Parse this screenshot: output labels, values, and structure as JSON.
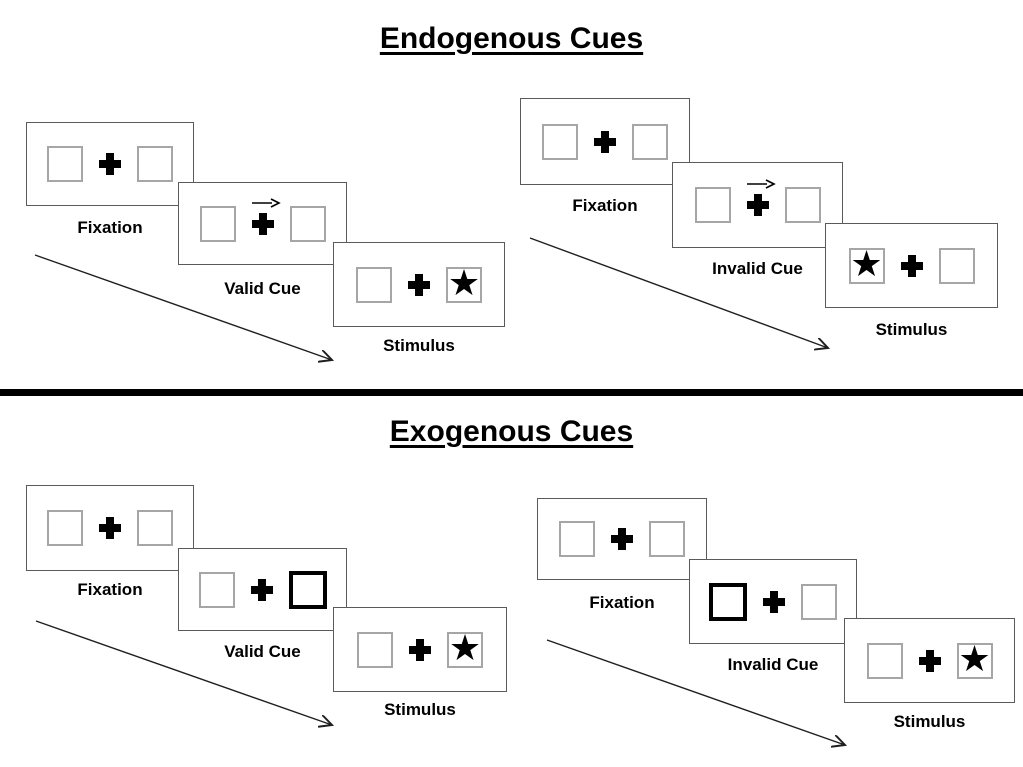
{
  "icons": {
    "star": "★",
    "plus": "fixation-cross",
    "cue_arrow": "right-arrow"
  },
  "colors": {
    "background": "#ffffff",
    "panel_border": "#5a5a5a",
    "square_border": "#a6a6a6",
    "ink": "#000000"
  },
  "sections": [
    {
      "title": "Endogenous Cues",
      "sequences": [
        {
          "name": "valid",
          "panels": [
            {
              "label": "Fixation",
              "cue": "none",
              "stimulus": "none"
            },
            {
              "label": "Valid Cue",
              "cue": "central-arrow-right",
              "stimulus": "none"
            },
            {
              "label": "Stimulus",
              "cue": "none",
              "stimulus": "star-right"
            }
          ]
        },
        {
          "name": "invalid",
          "panels": [
            {
              "label": "Fixation",
              "cue": "none",
              "stimulus": "none"
            },
            {
              "label": "Invalid Cue",
              "cue": "central-arrow-right",
              "stimulus": "none"
            },
            {
              "label": "Stimulus",
              "cue": "none",
              "stimulus": "star-left"
            }
          ]
        }
      ]
    },
    {
      "title": "Exogenous Cues",
      "sequences": [
        {
          "name": "valid",
          "panels": [
            {
              "label": "Fixation",
              "cue": "none",
              "stimulus": "none"
            },
            {
              "label": "Valid Cue",
              "cue": "highlight-box-right",
              "stimulus": "none"
            },
            {
              "label": "Stimulus",
              "cue": "none",
              "stimulus": "star-right"
            }
          ]
        },
        {
          "name": "invalid",
          "panels": [
            {
              "label": "Fixation",
              "cue": "none",
              "stimulus": "none"
            },
            {
              "label": "Invalid Cue",
              "cue": "highlight-box-left",
              "stimulus": "none"
            },
            {
              "label": "Stimulus",
              "cue": "none",
              "stimulus": "star-right"
            }
          ]
        }
      ]
    }
  ]
}
